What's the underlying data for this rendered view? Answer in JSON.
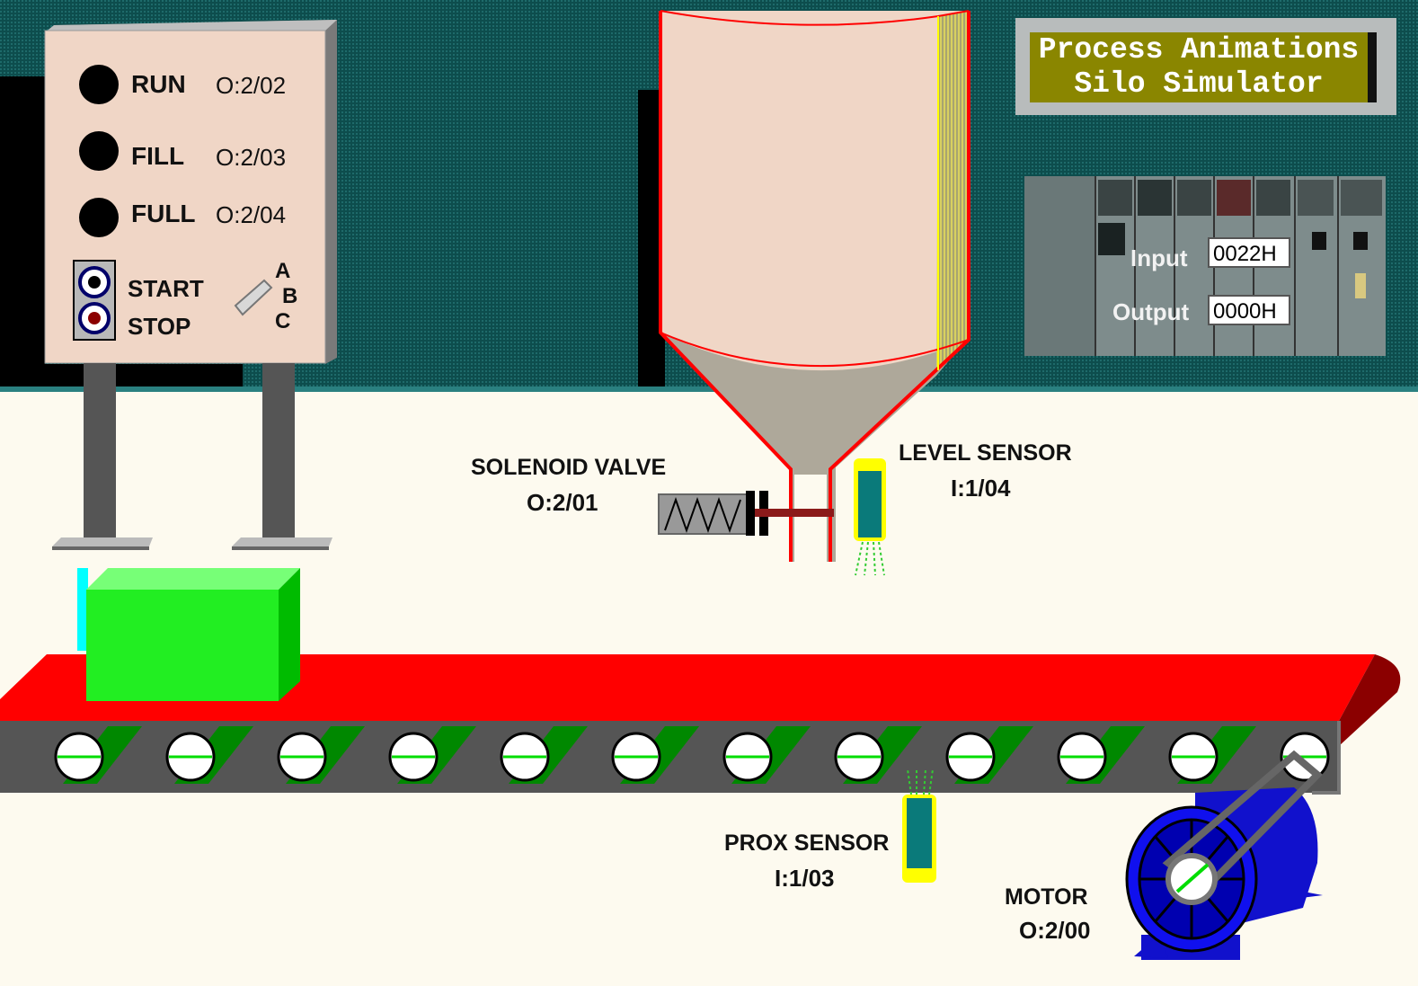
{
  "title": {
    "line1": "Process Animations",
    "line2": "Silo Simulator"
  },
  "panel": {
    "lights": [
      {
        "label": "RUN",
        "address": "O:2/02"
      },
      {
        "label": "FILL",
        "address": "O:2/03"
      },
      {
        "label": "FULL",
        "address": "O:2/04"
      }
    ],
    "start_label": "START",
    "stop_label": "STOP",
    "selector": {
      "a": "A",
      "b": "B",
      "c": "C"
    }
  },
  "plc": {
    "input_label": "Input",
    "input_value": "0022H",
    "output_label": "Output",
    "output_value": "0000H"
  },
  "solenoid": {
    "label": "SOLENOID VALVE",
    "address": "O:2/01"
  },
  "level_sensor": {
    "label": "LEVEL SENSOR",
    "address": "I:1/04"
  },
  "prox_sensor": {
    "label": "PROX SENSOR",
    "address": "I:1/03"
  },
  "motor": {
    "label": "MOTOR",
    "address": "O:2/00"
  },
  "colors": {
    "wall": "#0c4a4a",
    "floor": "#fdfaef",
    "belt": "#ff0000",
    "box": "#22ee22",
    "silo": "#f0d6c6",
    "motor": "#1010ee"
  }
}
